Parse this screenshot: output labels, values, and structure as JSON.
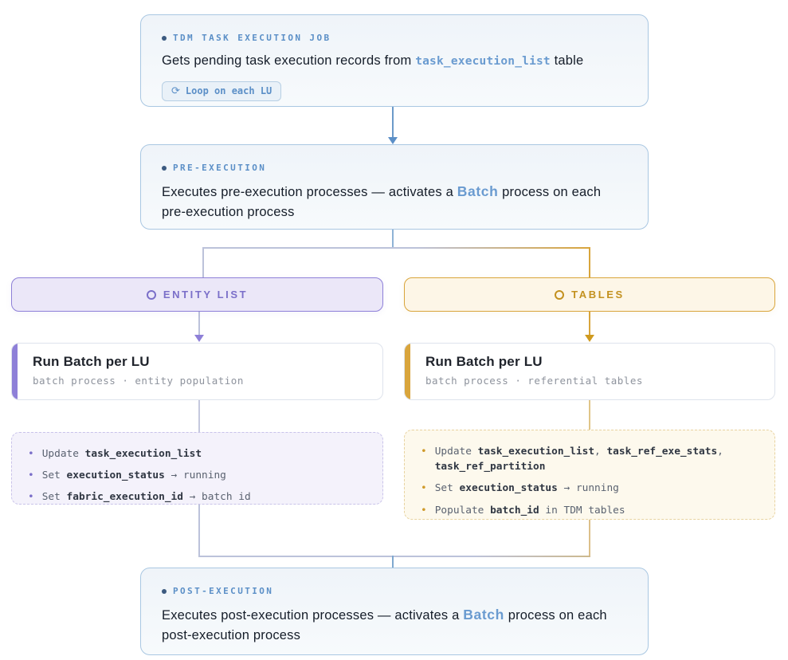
{
  "diagram": {
    "job": {
      "label": "TDM TASK EXECUTION JOB",
      "text": [
        {
          "t": "Gets pending task execution records from "
        },
        {
          "t": "task_execution_list",
          "s": "code"
        },
        {
          "t": " table"
        }
      ],
      "badge": {
        "icon_glyph": "⟳",
        "label": "Loop on each LU"
      }
    },
    "pre": {
      "label": "PRE-EXECUTION",
      "text": [
        {
          "t": "Executes pre-execution processes — activates a "
        },
        {
          "t": "Batch",
          "s": "brand"
        },
        {
          "t": " process on each pre-execution process"
        }
      ]
    },
    "post": {
      "label": "POST-EXECUTION",
      "text": [
        {
          "t": "Executes post-execution processes — activates a "
        },
        {
          "t": "Batch",
          "s": "brand"
        },
        {
          "t": " process on each post-execution process"
        }
      ]
    },
    "entity_branch": {
      "header": "ENTITY LIST",
      "node": {
        "title": "Run Batch per LU",
        "subtitle": "batch process · entity population"
      },
      "bullets": [
        [
          {
            "t": "Update "
          },
          {
            "t": "task_execution_list",
            "s": "b"
          }
        ],
        [
          {
            "t": "Set "
          },
          {
            "t": "execution_status",
            "s": "b"
          },
          {
            "t": " → running"
          }
        ],
        [
          {
            "t": "Set "
          },
          {
            "t": "fabric_execution_id",
            "s": "b"
          },
          {
            "t": " → batch id"
          }
        ]
      ]
    },
    "tables_branch": {
      "header": "TABLES",
      "node": {
        "title": "Run Batch per LU",
        "subtitle": "batch process · referential tables"
      },
      "bullets": [
        [
          {
            "t": "Update "
          },
          {
            "t": "task_execution_list",
            "s": "b"
          },
          {
            "t": ", "
          },
          {
            "t": "task_ref_exe_stats",
            "s": "b"
          },
          {
            "t": ", "
          },
          {
            "t": "task_ref_partition",
            "s": "b"
          }
        ],
        [
          {
            "t": "Set "
          },
          {
            "t": "execution_status",
            "s": "b"
          },
          {
            "t": " → running"
          }
        ],
        [
          {
            "t": "Populate "
          },
          {
            "t": "batch_id",
            "s": "b"
          },
          {
            "t": " in TDM tables"
          }
        ]
      ]
    },
    "colors": {
      "blue_accent": "#5b8fc7",
      "purple_accent": "#7b6fc9",
      "amber_accent": "#c3911f"
    }
  }
}
